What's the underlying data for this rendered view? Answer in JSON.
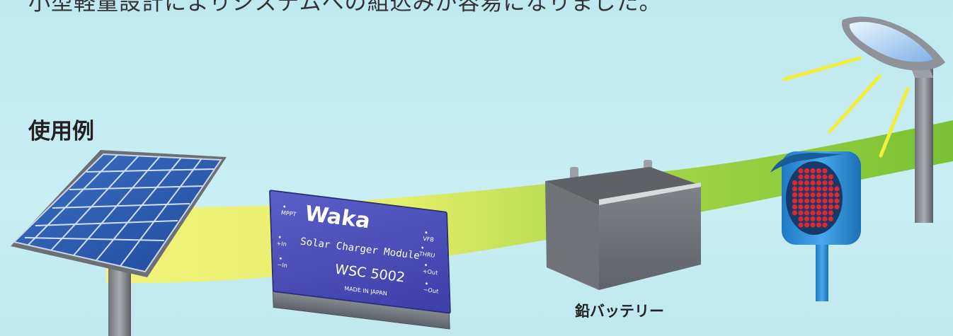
{
  "top_text": "小型軽量設計によりシステムへの組込みが容易になりました。",
  "heading": "使用例",
  "battery_label": "鉛バッテリー",
  "module": {
    "brand": "Waka",
    "title": "Solar Charger Module",
    "model": "WSC 5002",
    "made_in": "MADE IN JAPAN",
    "pins": {
      "mppt": "MPPT",
      "plus_in": "+In",
      "minus_in": "−In",
      "vfb": "VFB",
      "thru": "THRU",
      "plus_out": "+Out",
      "minus_out": "−Out"
    }
  },
  "colors": {
    "background": "#c3ecf1",
    "band_yellow": "#eef06a",
    "band_green": "#86c63a",
    "module_blue": "#4a4fbb",
    "signal_blue": "#2f8fd8",
    "signal_red": "#d8232c",
    "light_rays": "#f3ee3a"
  }
}
